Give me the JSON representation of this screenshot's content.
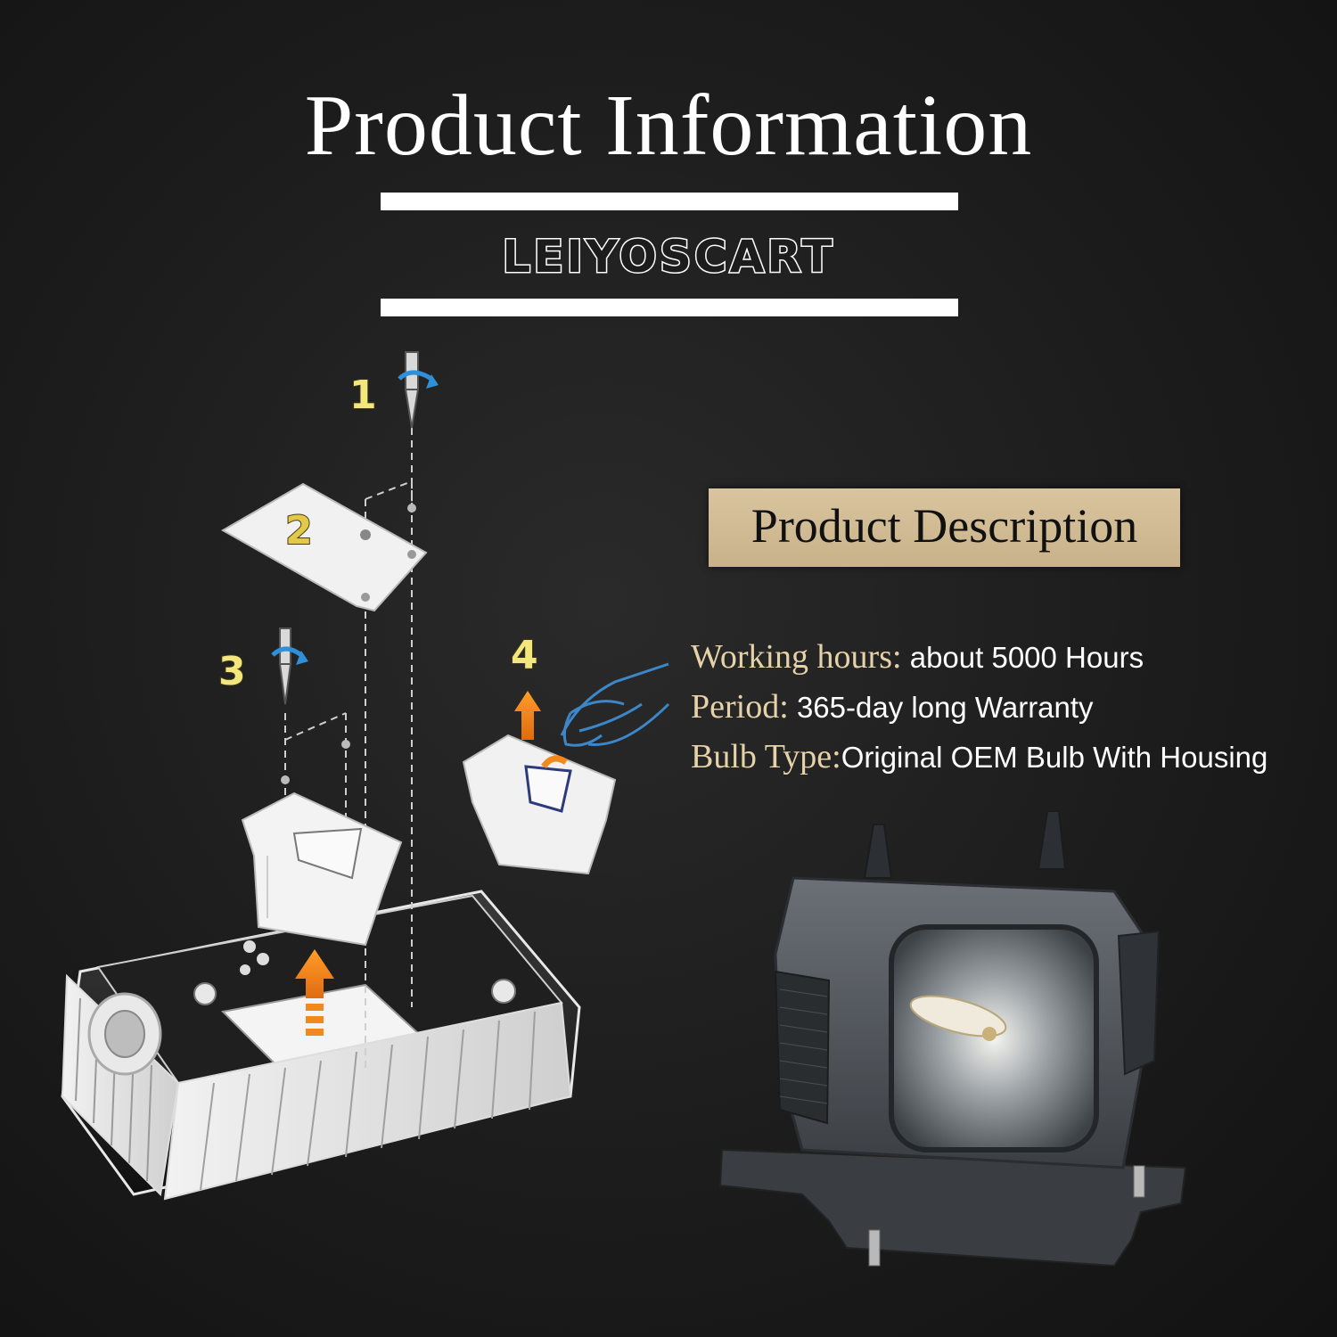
{
  "header": {
    "title": "Product Information",
    "brand": "LEIYOSCART"
  },
  "description": {
    "title": "Product Description",
    "specs": [
      {
        "label": "Working hours:",
        "value": " about 5000 Hours"
      },
      {
        "label": "Period:",
        "value": " 365-day long Warranty"
      },
      {
        "label": "Bulb Type:",
        "value": "Original OEM Bulb With Housing"
      }
    ]
  },
  "steps": [
    "1",
    "2",
    "3",
    "4"
  ],
  "colors": {
    "background": "#1c1c1c",
    "accent_box": "#d1bb93",
    "label_text": "#e6d2a8",
    "step_number": "#f3e67a",
    "arrow": "#f28a1e",
    "guide_line": "#4f8fc9"
  }
}
